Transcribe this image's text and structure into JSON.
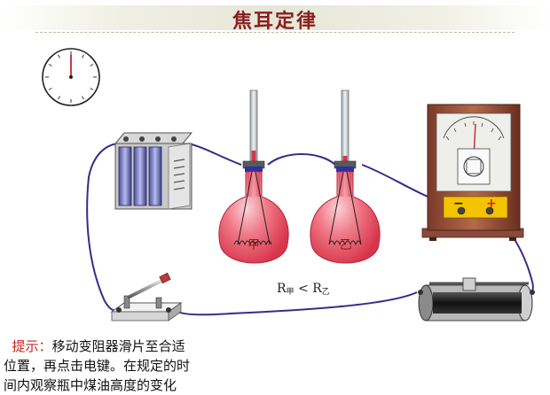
{
  "title": "焦耳定律",
  "flask_left": {
    "label": "甲"
  },
  "flask_right": {
    "label": "乙"
  },
  "resistance_compare": {
    "left": "R",
    "left_sub": "甲",
    "op": "<",
    "right": "R",
    "right_sub": "乙"
  },
  "meter": {
    "minus": "−",
    "plus": "+"
  },
  "hint": {
    "label": "提示：",
    "text_line1": "移动变阻器滑片至合适",
    "text_line2": "位置，再点击电键。在规定的时",
    "text_line3": "间内观察瓶中煤油高度的变化"
  },
  "colors": {
    "title": "#8a1e1e",
    "wire": "#3a2a8a",
    "flask": "#e45a6a",
    "hint_label": "#cc2020"
  }
}
